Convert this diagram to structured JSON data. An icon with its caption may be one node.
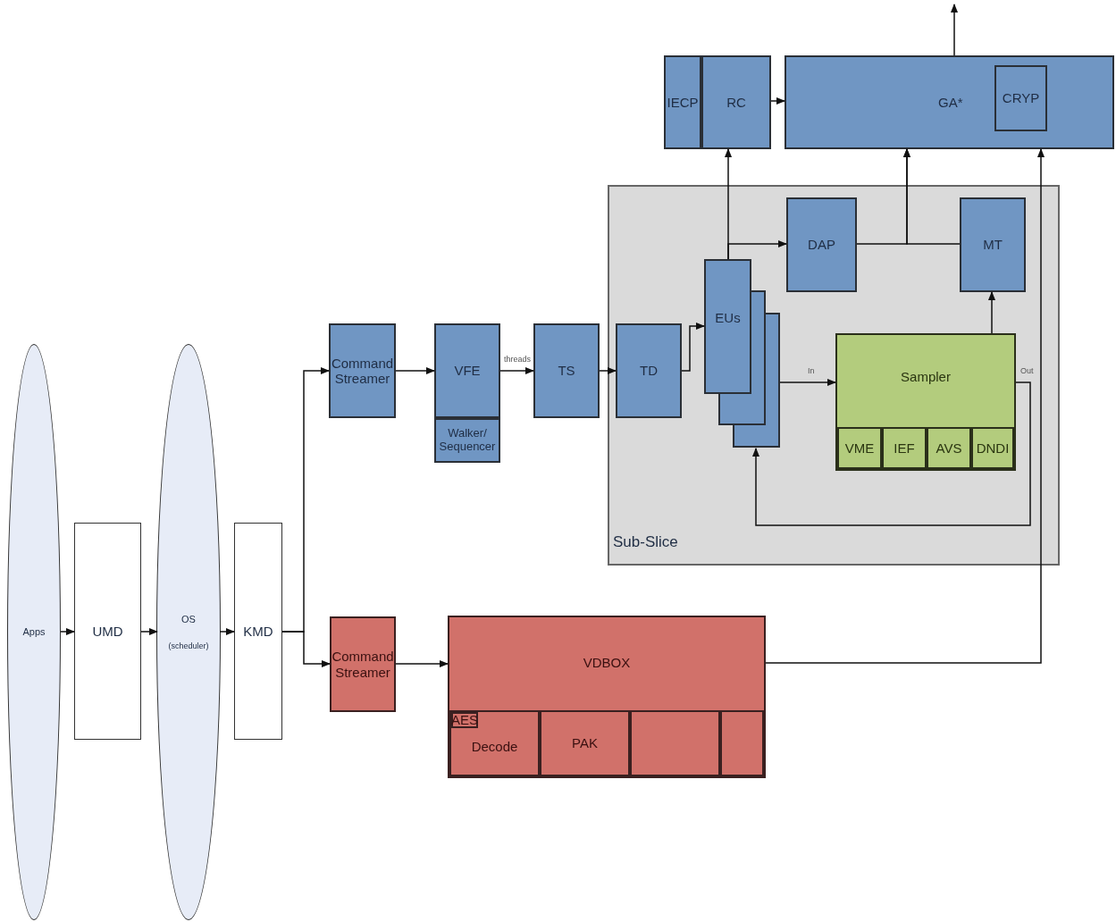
{
  "diagram": {
    "nodes": [
      {
        "text": [
          "Apps"
        ]
      },
      {
        "text": [
          "UMD"
        ]
      },
      {
        "text": [
          "OS",
          "(scheduler)"
        ]
      },
      {
        "text": [
          "KMD"
        ]
      },
      {
        "text": [
          "Command Streamer"
        ]
      },
      {
        "text": [
          "VFE"
        ]
      },
      {
        "text": [
          "Walker/ Sequencer"
        ]
      },
      {
        "text": [
          "TS"
        ]
      },
      {
        "text": [
          "Sub-Slice"
        ]
      },
      {
        "text": [
          "TD"
        ],
        "in": 8
      },
      {
        "text": [
          "EUs"
        ],
        "in": 8
      },
      {
        "text": [
          "DAP"
        ],
        "in": 8
      },
      {
        "text": [
          "MT"
        ],
        "in": 8
      },
      {
        "text": [
          "Sampler"
        ],
        "in": 8
      },
      {
        "text": [
          "VME"
        ],
        "in": 13
      },
      {
        "text": [
          "IEF"
        ],
        "in": 13
      },
      {
        "text": [
          "AVS"
        ],
        "in": 13
      },
      {
        "text": [
          "DNDI"
        ],
        "in": 13
      },
      {
        "text": [
          "IECP"
        ]
      },
      {
        "text": [
          "RC"
        ]
      },
      {
        "text": [
          "GA*"
        ]
      },
      {
        "text": [
          "CRYP"
        ],
        "in": 20
      },
      {
        "text": [
          "Command Streamer"
        ]
      },
      {
        "text": [
          "VDBOX"
        ]
      },
      {
        "text": [
          "Decode"
        ],
        "in": 23
      },
      {
        "text": [
          "AES"
        ],
        "in": 24
      },
      {
        "text": [
          "PAK"
        ],
        "in": 23
      },
      {
        "text": [],
        "shape": "box",
        "in": 23
      },
      {
        "text": [],
        "shape": "box",
        "in": 23
      }
    ],
    "edges": [
      {
        "from": 0,
        "to": 1,
        "arrow": "to"
      },
      {
        "from": 1,
        "to": 2,
        "arrow": "to"
      },
      {
        "from": 2,
        "to": 3,
        "arrow": "to"
      },
      {
        "from": 3,
        "to": 4,
        "arrow": "to"
      },
      {
        "from": 3,
        "to": 22,
        "arrow": "to"
      },
      {
        "from": 4,
        "to": 5,
        "arrow": "to"
      },
      {
        "from": 5,
        "to": 7,
        "label": "threads",
        "arrow": "to"
      },
      {
        "from": 7,
        "to": 9,
        "arrow": "to"
      },
      {
        "from": 9,
        "to": 10,
        "arrow": "to"
      },
      {
        "from": 10,
        "to": 11,
        "arrow": "to"
      },
      {
        "from": 10,
        "to": 19,
        "arrow": "to"
      },
      {
        "from": 11,
        "to": 20,
        "arrow": "to"
      },
      {
        "from": 12,
        "to": 20,
        "arrow": "to"
      },
      {
        "from": 13,
        "to": 12,
        "arrow": "to"
      },
      {
        "from": 10,
        "to": 13,
        "label": "In",
        "arrow": "to"
      },
      {
        "from": 13,
        "to": 10,
        "label": "Out",
        "arrow": "to"
      },
      {
        "from": 19,
        "to": 20,
        "arrow": "to"
      },
      {
        "from": 20,
        "to": null,
        "arrow": "to"
      },
      {
        "from": 22,
        "to": 23,
        "arrow": "to"
      },
      {
        "from": 23,
        "to": 20,
        "arrow": "to"
      }
    ]
  }
}
